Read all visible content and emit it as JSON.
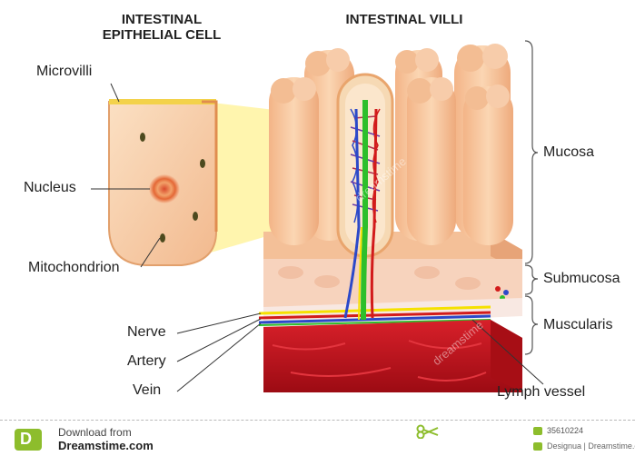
{
  "titles": {
    "cell": "INTESTINAL\nEPITHELIAL CELL",
    "villi": "INTESTINAL VILLI"
  },
  "labels": {
    "microvilli": "Microvilli",
    "nucleus": "Nucleus",
    "mitochondrion": "Mitochondrion",
    "nerve": "Nerve",
    "artery": "Artery",
    "vein": "Vein",
    "mucosa": "Mucosa",
    "submucosa": "Submucosa",
    "muscularis": "Muscularis",
    "lymph_vessel": "Lymph vessel"
  },
  "footer": {
    "download_from": "Download from",
    "site": "Dreamstime.com",
    "image_id": "35610224",
    "copyright": "Designua | Dreamstime.com",
    "logo_glyph": "D"
  },
  "watermarks": [
    "dreamstime",
    "dreamstime"
  ],
  "colors": {
    "villus_fill": "#f6c49a",
    "villus_dark": "#e8a676",
    "muscle_red": "#c8121d",
    "nerve_yellow": "#f5e100",
    "artery_red": "#d21b1b",
    "vein_blue": "#2c49c9",
    "lymph_green": "#2dbf2b",
    "highlight_yellow": "#fff3a0"
  }
}
